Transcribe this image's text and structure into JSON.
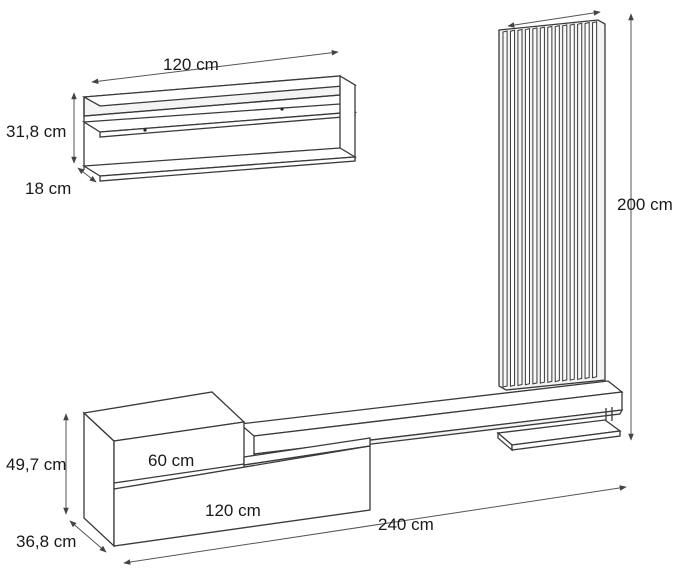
{
  "labels": {
    "shelf_width": "120 cm",
    "shelf_height": "31,8 cm",
    "shelf_depth": "18 cm",
    "panel_height": "200 cm",
    "cabinet_height": "49,7 cm",
    "drawer_width": "60 cm",
    "cabinet_width": "120 cm",
    "total_width": "240 cm",
    "cabinet_depth": "36,8 cm"
  },
  "panel": {
    "slat_count": 13
  }
}
